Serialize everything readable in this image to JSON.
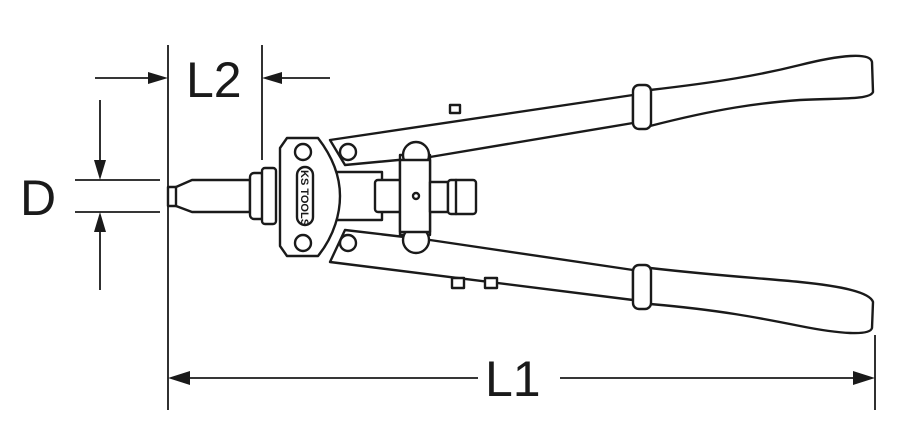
{
  "labels": {
    "l1": "L1",
    "l2": "L2",
    "d": "D"
  },
  "logo": "KS TOOLS",
  "colors": {
    "line": "#1a1a1a",
    "background": "#ffffff"
  }
}
